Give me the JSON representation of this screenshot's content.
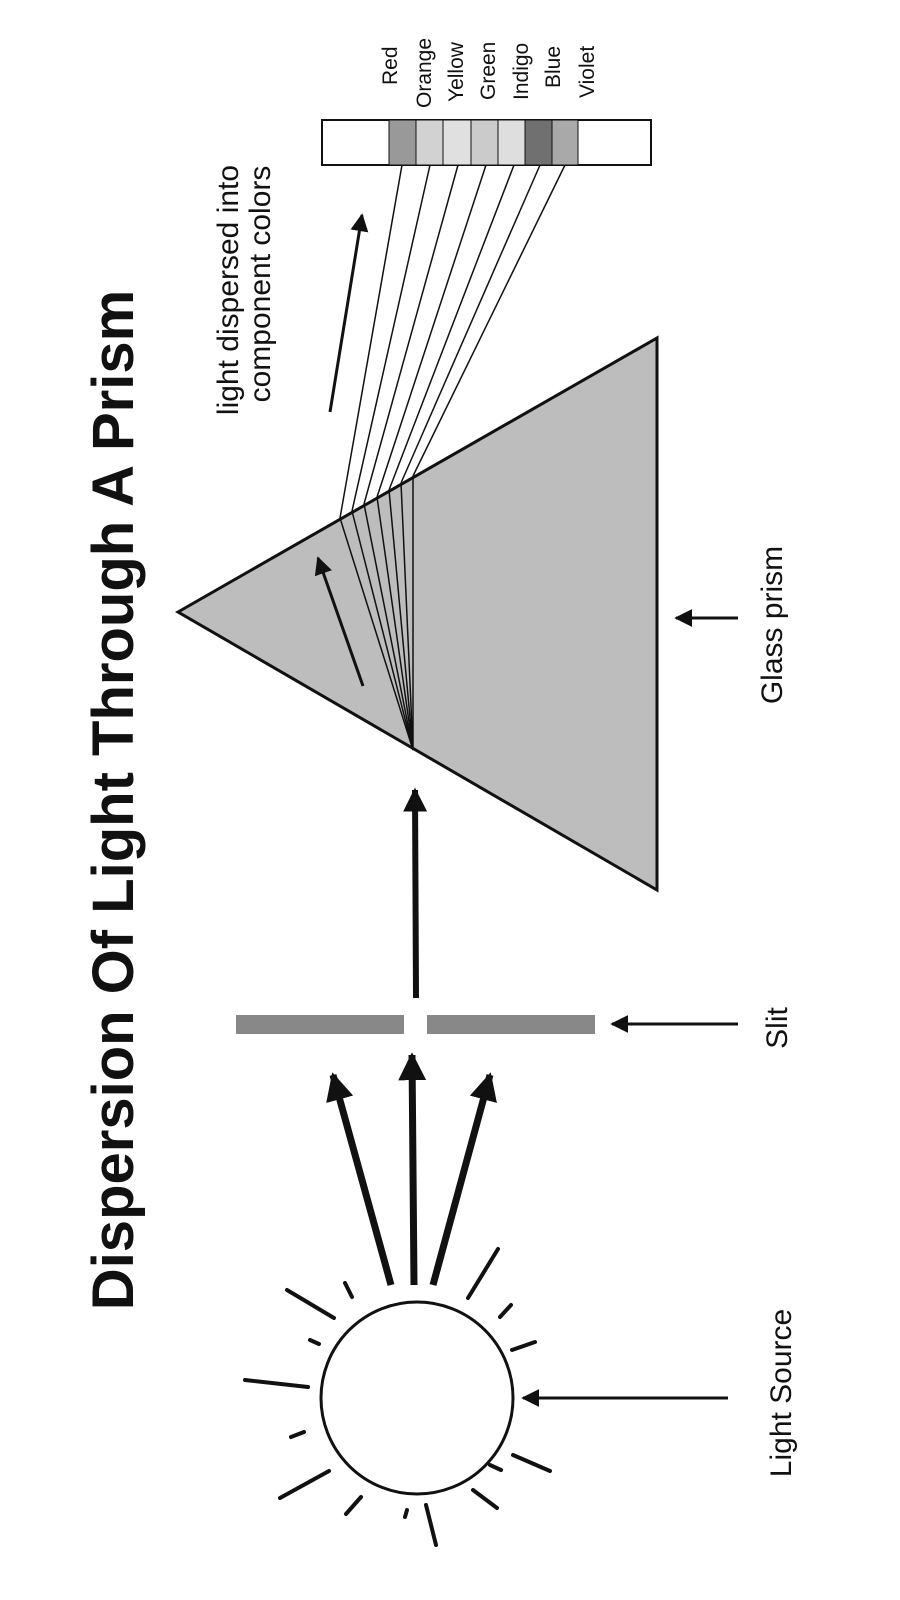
{
  "title": "Dispersion Of Light Through A Prism",
  "labels": {
    "light_source": "Light Source",
    "slit": "Slit",
    "glass_prism": "Glass prism",
    "dispersed_line1": "light dispersed into",
    "dispersed_line2": "component colors"
  },
  "spectrum": [
    "Red",
    "Orange",
    "Yellow",
    "Green",
    "Indigo",
    "Blue",
    "Violet"
  ],
  "colors": {
    "prism_fill": "#bdbdbd",
    "slit_bar": "#888888",
    "outline": "#111111",
    "spectrum_cells": [
      "#999999",
      "#d2d2d2",
      "#e0e0e0",
      "#cbcbcb",
      "#dedede",
      "#707070",
      "#a9a9a9"
    ]
  }
}
